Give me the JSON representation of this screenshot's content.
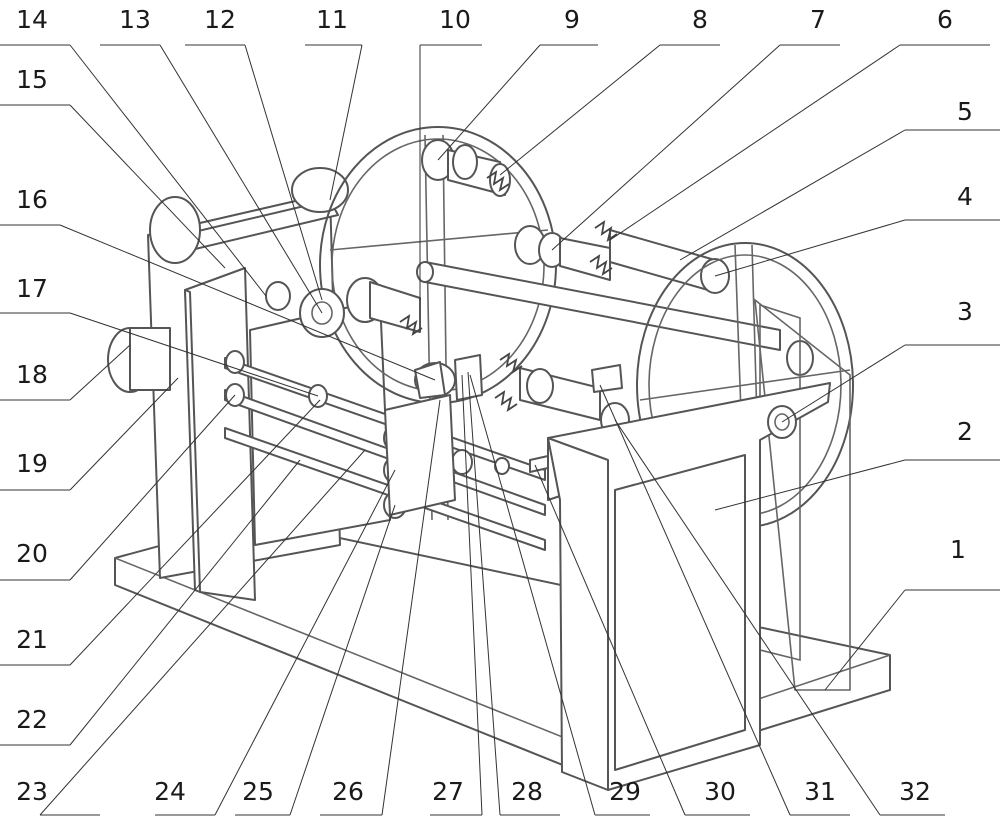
{
  "figure": {
    "callouts": [
      "1",
      "2",
      "3",
      "4",
      "5",
      "6",
      "7",
      "8",
      "9",
      "10",
      "11",
      "12",
      "13",
      "14",
      "15",
      "16",
      "17",
      "18",
      "19",
      "20",
      "21",
      "22",
      "23",
      "24",
      "25",
      "26",
      "27",
      "28",
      "29",
      "30",
      "31",
      "32"
    ]
  }
}
